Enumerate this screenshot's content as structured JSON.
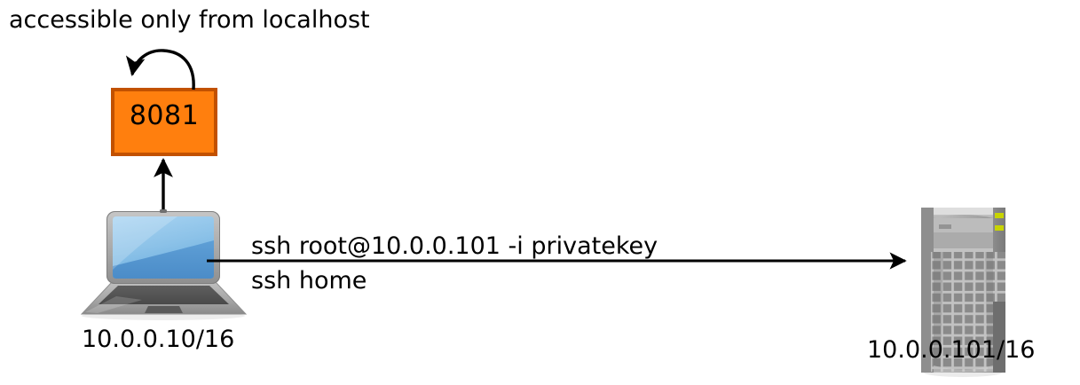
{
  "diagram": {
    "title": "accessible only from localhost",
    "background_color": "#ffffff",
    "nodes": {
      "port_box": {
        "label": "8081",
        "fill_color": "#FF7F0E",
        "border_color": "#C25100",
        "shape": "rectangle"
      },
      "laptop": {
        "icon": "laptop-icon",
        "ip_label": "10.0.0.10/16",
        "screen_color": "#5B9BD5",
        "screen_highlight_color": "#A8D2F0",
        "body_color": "#A6A6A6"
      },
      "server": {
        "icon": "server-tower-icon",
        "ip_label": "10.0.0.101/16",
        "body_color": "#8C8C8C",
        "panel_color": "#C9C9C9",
        "led_color": "#C8D400"
      }
    },
    "edges": {
      "self_loop": {
        "from": "port_box",
        "to": "port_box",
        "style": "curved-arrow",
        "color": "#000000"
      },
      "laptop_to_port": {
        "from": "laptop",
        "to": "port_box",
        "style": "straight-arrow",
        "color": "#000000"
      },
      "laptop_to_server": {
        "from": "laptop",
        "to": "server",
        "style": "straight-arrow",
        "color": "#000000",
        "label_above": "ssh root@10.0.0.101 -i privatekey",
        "label_below": "ssh home"
      }
    }
  }
}
